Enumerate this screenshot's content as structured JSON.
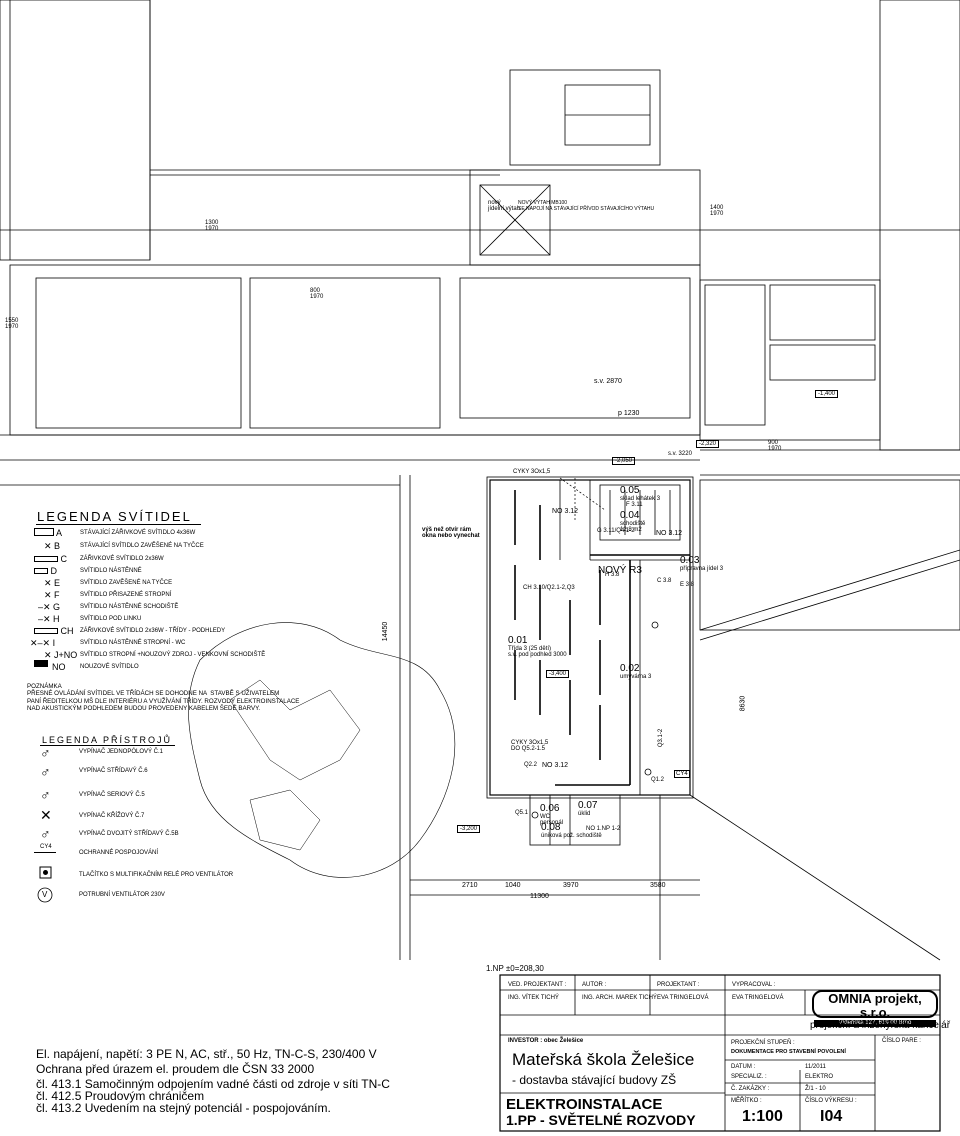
{
  "plan": {
    "labels": {
      "lift": "nový\njídelní výtah",
      "lift_note": "NOVÝ VÝTAH MB100\nSE NAPOJÍ NA STÁVAJÍCÍ PŘÍVOD STÁVAJÍCÍHO VÝTAHU",
      "sv_2870": "s.v. 2870",
      "p_1230": "p 1230",
      "sv_3220": "s.v. 3220",
      "dim_14450": "14450",
      "dim_8630": "8630",
      "window_note": "výš než otvír rám\nokna nebo vynechat",
      "cable_top": "CYKY 3Ox1,5",
      "cable_bottom": "CYKY 3Ox1,5\nDO Q5.2-1.5",
      "novy_r3": "NOVÝ R3",
      "level": "1.NP ±0=208,30",
      "d1": "1300\n1970",
      "d2": "1550\n1970",
      "d3": "800\n1970",
      "d4": "900\n1970",
      "d5": "1400\n1970",
      "dim_2710": "2710",
      "dim_1040": "1040",
      "dim_3970": "3970",
      "dim_3580": "3580",
      "dim_11300": "11300",
      "lvl_m3400": "-3,400",
      "lvl_m3200": "-3,200",
      "lvl_m1400": "-1,400",
      "lvl_m2050": "-2,050",
      "lvl_m2320": "-2,320"
    },
    "rooms": [
      {
        "code": "0.05",
        "name": "sklad lehátek 3"
      },
      {
        "code": "0.04",
        "name": "schodiště\n12,8 m2"
      },
      {
        "code": "0.03",
        "name": "přípravna jídel 3"
      },
      {
        "code": "0.01",
        "name": "Třída 3 (25 dětí)\ns.v. pod podhled 3000"
      },
      {
        "code": "0.02",
        "name": "umývárna 3"
      },
      {
        "code": "0.07",
        "name": "úklid"
      },
      {
        "code": "0.06",
        "name": "WC\npersonál"
      },
      {
        "code": "0.08",
        "name": "úniková pož. schodiště"
      }
    ],
    "tags": [
      "NO 3.12",
      "G 3.11/Q4.1-2",
      "NO 3.12",
      "CH 3.10/Q2.1-2,Q3",
      "H 3.8",
      "C 3.8",
      "E 3.8",
      "NO 3.12",
      "Q2.2",
      "Q5.1",
      "Q1.2",
      "F 3.11",
      "Q3.1-2",
      "NO 1.NP 1-2",
      "CY4"
    ]
  },
  "legend_lights": {
    "title": "LEGENDA SVÍTIDEL",
    "items": [
      {
        "sym": "A",
        "label": "STÁVAJÍCÍ ZÁŘIVKOVÉ SVÍTIDLO 4x36W"
      },
      {
        "sym": "B",
        "label": "STÁVAJÍCÍ SVÍTIDLO ZAVĚŠENÉ NA TYČCE"
      },
      {
        "sym": "C",
        "label": "ZÁŘIVKOVÉ SVÍTIDLO 2x36W"
      },
      {
        "sym": "D",
        "label": "SVÍTIDLO NÁSTĚNNÉ"
      },
      {
        "sym": "E",
        "label": "SVÍTIDLO ZAVĚŠENÉ NA TYČCE"
      },
      {
        "sym": "F",
        "label": "SVÍTIDLO PŘISAZENÉ STROPNÍ"
      },
      {
        "sym": "G",
        "label": "SVÍTIDLO NÁSTĚNNÉ SCHODIŠTĚ"
      },
      {
        "sym": "H",
        "label": "SVÍTIDLO POD LINKU"
      },
      {
        "sym": "CH",
        "label": "ZÁŘIVKOVÉ SVÍTIDLO 2x36W - TŘÍDY - PODHLEDY"
      },
      {
        "sym": "I",
        "label": "SVÍTIDLO NÁSTĚNNÉ STROPNÍ - WC"
      },
      {
        "sym": "J+NO",
        "label": "SVÍTIDLO STROPNÍ +NOUZOVÝ ZDROJ - VENKOVNÍ SCHODIŠTĚ"
      },
      {
        "sym": "NO",
        "label": "NOUZOVÉ SVÍTIDLO"
      }
    ],
    "note": "POZNÁMKA\nPŘESNÉ OVLÁDÁNÍ SVÍTIDEL VE TŘÍDÁCH SE DOHODNE NA  STAVBĚ S UŽIVATELEM\nPANÍ ŘEDITELKOU MŠ DLE INTERIÉRU A VYUŽÍVÁNÍ TŘÍDY. ROZVODY ELEKTROINSTALACE\nNAD AKUSTICKÝM PODHLEDEM BUDOU PROVEDENY KABELEM ŠEDÉ BARVY."
  },
  "legend_devices": {
    "title": "LEGENDA PŘÍSTROJŮ",
    "items": [
      {
        "sym": "switch-1",
        "label": "VYPÍNAČ JEDNOPÓLOVÝ Č.1"
      },
      {
        "sym": "switch-6",
        "label": "VYPÍNAČ STŘÍDAVÝ Č.6"
      },
      {
        "sym": "switch-5",
        "label": "VYPÍNAČ SERIOVÝ Č.5"
      },
      {
        "sym": "switch-7",
        "label": "VYPÍNAČ KŘÍŽOVÝ  Č.7"
      },
      {
        "sym": "switch-5b",
        "label": "VYPÍNAČ DVOJITÝ STŘÍDAVÝ  Č.5B"
      },
      {
        "sym": "CY4",
        "label": "OCHRANNÉ POSPOJOVÁNÍ"
      },
      {
        "sym": "relay-button",
        "label": "TLAČÍTKO S MULTIFIKAČNÍM RELÉ PRO VENTILÁTOR"
      },
      {
        "sym": "V",
        "label": "POTRUBNÍ VENTILÁTOR 230V"
      }
    ]
  },
  "specs": [
    "El. napájení, napětí: 3 PE N, AC, stř., 50 Hz, TN-C-S, 230/400 V",
    "Ochrana před úrazem el. proudem dle ČSN 33 2000",
    "čl. 413.1   Samočinným odpojením vadné části od zdroje v síti TN-C",
    "čl. 412.5   Proudovým chráničem",
    "čl. 413.2   Uvedením na stejný potenciál - pospojováním."
  ],
  "title_block": {
    "ved_projektant_label": "VED. PROJEKTANT :",
    "ved_projektant": "ING. VÍTEK TICHÝ",
    "autor_label": "AUTOR :",
    "autor": "ING. ARCH. MAREK TICHÝ",
    "projektant_label": "PROJEKTANT :",
    "projektant": "EVA TRINGELOVÁ",
    "vypracoval_label": "VYPRACOVAL :",
    "vypracoval": "EVA TRINGELOVÁ",
    "company": "OMNIA projekt, s.r.o.",
    "address": "Vídeňská 127, 619 00 Brno",
    "company_sub": "projekční a inženýrská kancelář",
    "investor": "INVESTOR :  obec Želešice",
    "project_title": "Mateřská škola Želešice",
    "project_sub": "- dostavba stávající budovy ZŠ",
    "profession": "ELEKTROINSTALACE",
    "drawing": "1.PP - SVĚTELNÉ ROZVODY",
    "stage_label": "PROJEKČNÍ STUPEŇ :",
    "stage": "DOKUMENTACE PRO STAVEBNÍ POVOLENÍ",
    "date_label": "DATUM :",
    "date": "11/2011",
    "special_label": "SPECIALIZ. :",
    "special": "ELEKTRO",
    "zakazky_label": "Č. ZAKÁZKY :",
    "zakazky": "Ž/1 - 10",
    "scale_label": "MĚŘÍTKO :",
    "scale": "1:100",
    "drawing_no_label": "ČÍSLO VÝKRESU :",
    "drawing_no": "I04",
    "parent_no_label": "ČÍSLO PARE :"
  }
}
